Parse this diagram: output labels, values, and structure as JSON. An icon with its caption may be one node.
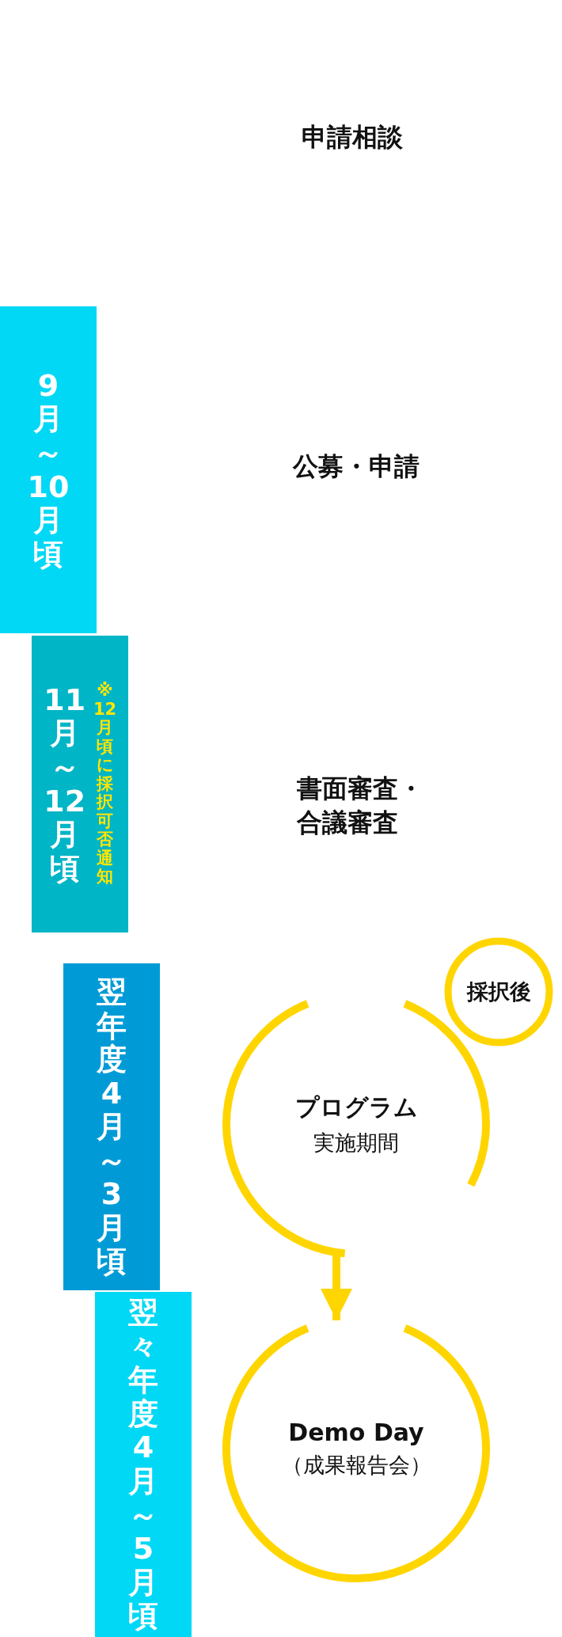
{
  "diagram": {
    "nodes": [
      {
        "text": [
          "申請相談"
        ]
      },
      {
        "text": [
          "9月～10月頃"
        ]
      },
      {
        "text": [
          "公募・申請"
        ]
      },
      {
        "text": [
          "11月～12月頃",
          "※12月頃に採択可否通知"
        ]
      },
      {
        "text": [
          "書面審査・合議審査"
        ]
      },
      {
        "text": [
          "翌年度4月～3月頃"
        ]
      },
      {
        "text": [
          "プログラム",
          "実施期間"
        ]
      },
      {
        "text": [
          "採択後"
        ]
      },
      {
        "text": [
          "翌々年度4月～5月頃"
        ]
      },
      {
        "text": [
          "Demo Day",
          "（成果報告会）"
        ]
      }
    ],
    "edges": [
      {
        "from": 6,
        "to": 9,
        "arrow": "to"
      }
    ]
  }
}
